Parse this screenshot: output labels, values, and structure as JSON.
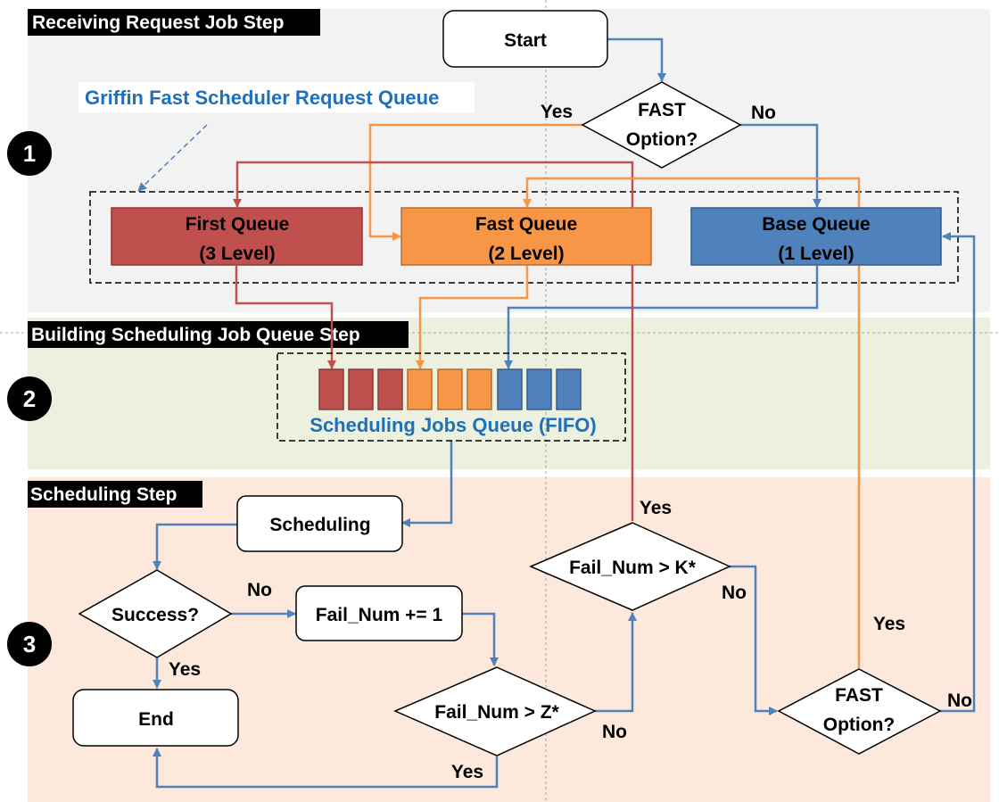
{
  "steps": {
    "receiving": "Receiving Request Job Step",
    "building": "Building Scheduling Job Queue Step",
    "scheduling": "Scheduling Step"
  },
  "step_numbers": [
    "1",
    "2",
    "3"
  ],
  "request_queue_label": "Griffin Fast Scheduler Request Queue",
  "nodes": {
    "start": "Start",
    "fast_option_top_line1": "FAST",
    "fast_option_top_line2": "Option?",
    "first_queue_line1": "First Queue",
    "first_queue_line2": "(3 Level)",
    "fast_queue_line1": "Fast Queue",
    "fast_queue_line2": "(2 Level)",
    "base_queue_line1": "Base Queue",
    "base_queue_line2": "(1 Level)",
    "scheduling_jobs_queue": "Scheduling Jobs Queue (FIFO)",
    "scheduling": "Scheduling",
    "success": "Success?",
    "fail_num_inc": "Fail_Num += 1",
    "fail_num_z": "Fail_Num > Z*",
    "fail_num_k": "Fail_Num > K*",
    "fast_option_bottom_line1": "FAST",
    "fast_option_bottom_line2": "Option?",
    "end": "End"
  },
  "edge_labels": {
    "top_yes": "Yes",
    "top_no": "No",
    "success_no": "No",
    "success_yes": "Yes",
    "z_no": "No",
    "z_yes": "Yes",
    "k_yes": "Yes",
    "k_no": "No",
    "bottom_fast_yes": "Yes",
    "bottom_fast_no": "No"
  },
  "colors": {
    "first_queue": "#c0504d",
    "fast_queue": "#f79646",
    "base_queue": "#4f81bd",
    "label_blue": "#1f70b8",
    "band_step1": "#f2f2f2",
    "band_step2": "#ebf1de",
    "band_step3": "#fce9db"
  }
}
